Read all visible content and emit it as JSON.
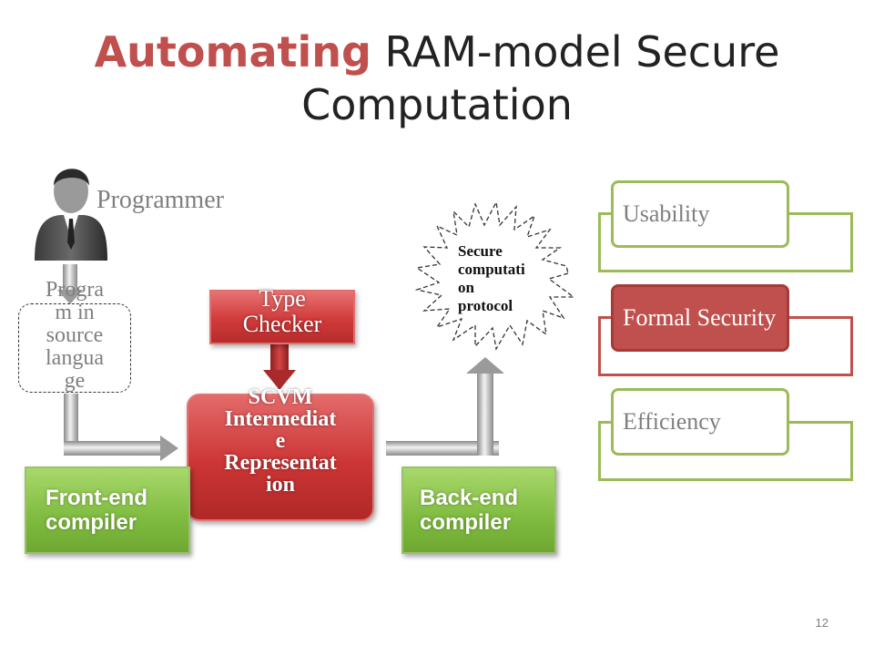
{
  "slide": {
    "title_accent": "Automating",
    "title_rest": " RAM-model Secure Computation",
    "page_number": "12"
  },
  "diagram": {
    "programmer_label": "Programmer",
    "source_program": [
      "Progra",
      "m in",
      "source",
      "langua",
      "ge"
    ],
    "type_checker": [
      "Type",
      "Checker"
    ],
    "scvm": [
      "SCVM",
      "Intermediat",
      "e",
      "Representat",
      "ion"
    ],
    "frontend_compiler": [
      "Front-end",
      "compiler"
    ],
    "backend_compiler": [
      "Back-end",
      "compiler"
    ],
    "protocol": [
      "Secure",
      "computati",
      "on",
      "protocol"
    ]
  },
  "properties": [
    {
      "label": "Usability",
      "highlighted": false
    },
    {
      "label": "Formal Security",
      "highlighted": true
    },
    {
      "label": "Efficiency",
      "highlighted": false
    }
  ],
  "colors": {
    "accent_red": "#c0504d",
    "green": "#9bbb59",
    "gray_text": "#7f7f7f"
  }
}
